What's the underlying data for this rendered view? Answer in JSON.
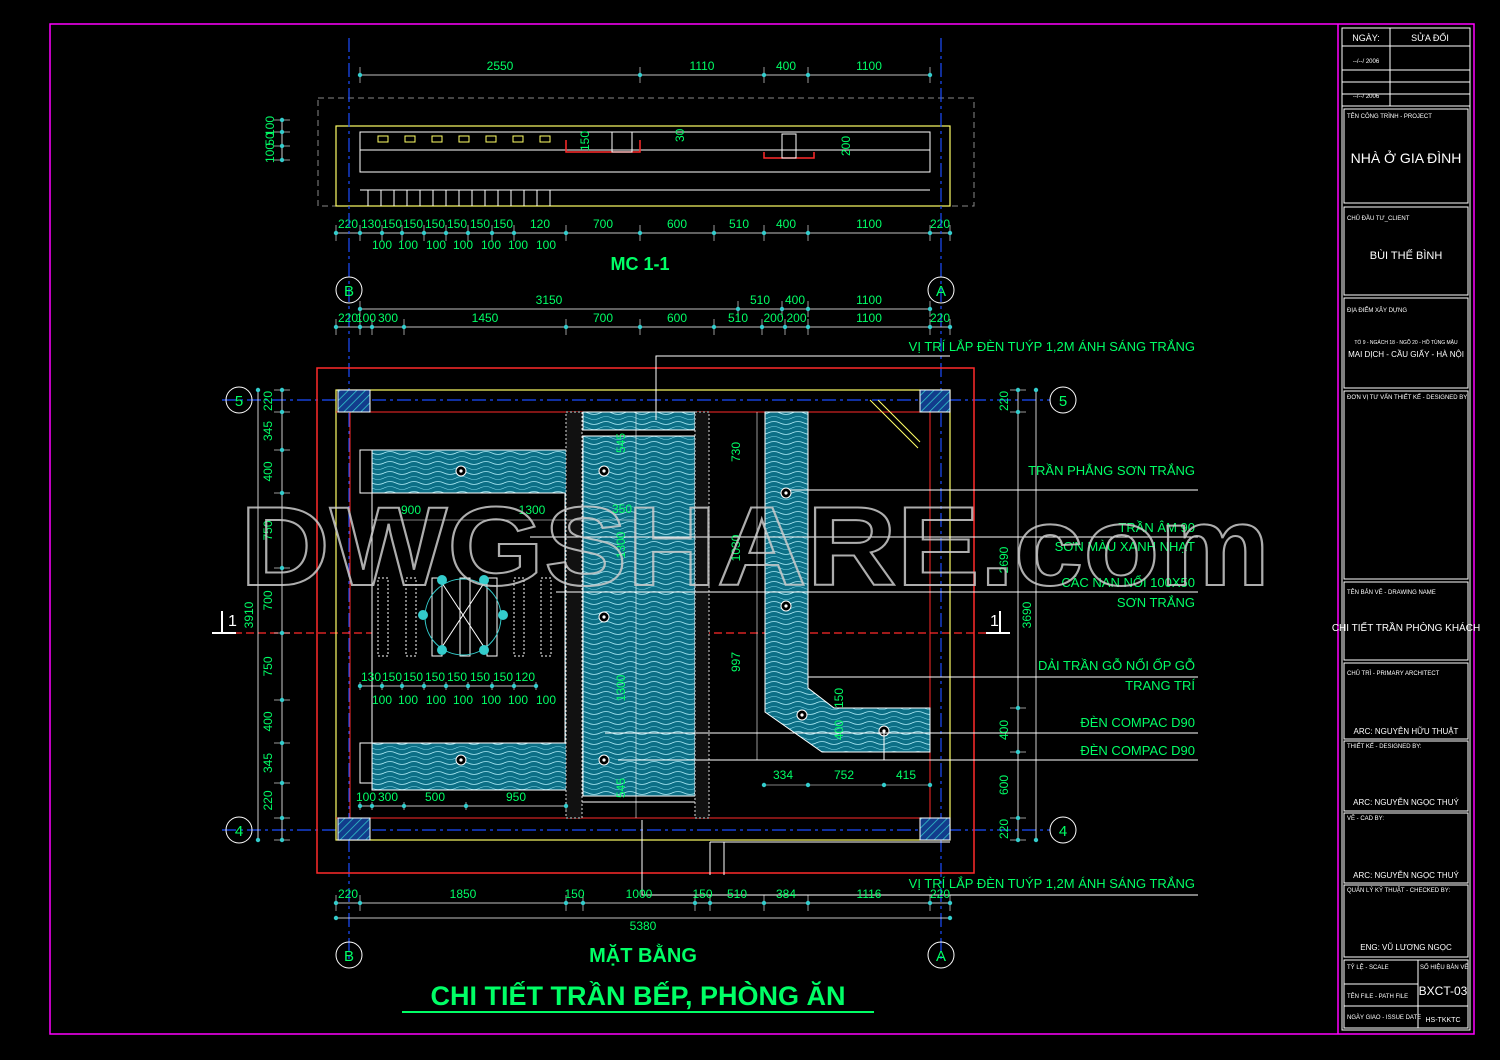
{
  "colors": {
    "background": "#000000",
    "frame": "#ff00ff",
    "dimension": "#00ff66",
    "axis": "#1a4dff",
    "wall": "#ffff66",
    "red": "#ff2a2a",
    "ceiling_fill": "#0c6f86",
    "cyan": "#33cccc",
    "white": "#ffffff"
  },
  "watermark": "DWGSHARE.com",
  "section_title": "MC 1-1",
  "plan_title": "MẶT BẰNG",
  "main_title": "CHI TIẾT TRẦN BẾP, PHÒNG ĂN",
  "section": {
    "top_dims": [
      "2550",
      "1110",
      "400",
      "1100"
    ],
    "bottom_dims_a": [
      "220",
      "130",
      "150",
      "150",
      "150",
      "150",
      "150",
      "150",
      "120",
      "700",
      "600",
      "510",
      "400",
      "1100",
      "220"
    ],
    "bottom_dims_b": [
      "100",
      "100",
      "100",
      "100",
      "100",
      "100",
      "100"
    ],
    "left_dims": [
      "100",
      "50",
      "100"
    ],
    "inner_labels": [
      "150",
      "30",
      "200"
    ]
  },
  "plan": {
    "top_dims_a": [
      "3150",
      "510",
      "400",
      "1100"
    ],
    "top_dims_b": [
      "220",
      "100",
      "300",
      "1450",
      "700",
      "600",
      "510",
      "200",
      "200",
      "1100",
      "220"
    ],
    "bottom_dims_a": [
      "220",
      "1850",
      "150",
      "1000",
      "150",
      "510",
      "384",
      "1116",
      "220"
    ],
    "bottom_total": "5380",
    "left_dims": [
      "220",
      "345",
      "400",
      "750",
      "700",
      "750",
      "400",
      "345",
      "220"
    ],
    "left_total": "3910",
    "right_dims": [
      "220",
      "2690",
      "400",
      "600",
      "220"
    ],
    "right_total": "3690",
    "inner_dims": [
      "900",
      "1300",
      "350",
      "1300",
      "1300",
      "545",
      "545",
      "730",
      "1030",
      "997",
      "150",
      "400",
      "334",
      "752",
      "415"
    ],
    "bar_dims_top": [
      "130",
      "150",
      "150",
      "150",
      "150",
      "150",
      "150",
      "120"
    ],
    "bar_dims_bottom": [
      "100",
      "100",
      "100",
      "100",
      "100",
      "100",
      "100"
    ],
    "bottom_inner_dims": [
      "100",
      "300",
      "500",
      "950"
    ],
    "axis_labels": {
      "B": "B",
      "A": "A",
      "five": "5",
      "four": "4",
      "one": "1"
    }
  },
  "notes": [
    "VỊ TRÍ LẮP ĐÈN TUÝP 1,2M ÁNH SÁNG TRẮNG",
    "TRẦN PHẲNG SƠN TRẮNG",
    "TRẦN ÂM 90",
    "SƠN MÀU XANH NHẠT",
    "CÁC NAN NỔI 100X50",
    "SƠN TRẮNG",
    "DẢI TRẦN GỖ NỔI ỐP GỖ",
    "TRANG TRÍ",
    "ĐÈN COMPAC D90",
    "ĐÈN COMPAC D90",
    "VỊ TRÍ LẮP ĐÈN TUÝP 1,2M ÁNH SÁNG TRẮNG"
  ],
  "title_block": {
    "date_label": "NGÀY:",
    "revision_label": "SỬA ĐỔI",
    "date_row1": "--/--/ 2006",
    "date_row2": "--/--/ 2006",
    "project_label": "TÊN CÔNG TRÌNH - PROJECT",
    "project_name": "NHÀ Ở GIA ĐÌNH",
    "client_label": "CHỦ ĐẦU TƯ_CLIENT",
    "client_name": "BÙI THẾ BÌNH",
    "location_label": "ĐỊA ĐIỂM XÂY DỰNG",
    "location_line1": "TỔ 9 - NGÁCH 18 - NGÕ 20 - HỒ TÙNG MẬU",
    "location_line2": "MAI DỊCH - CẦU GIẤY - HÀ NỘI",
    "designer_org_label": "ĐƠN VỊ TƯ VẤN THIẾT KẾ - DESIGNED BY:",
    "drawing_name_label": "TÊN BẢN VẼ - DRAWING NAME",
    "drawing_name": "CHI TIẾT TRẦN PHÒNG KHÁCH",
    "architect_label": "CHỦ TRÌ - PRIMARY ARCHITECT",
    "architect_name": "ARC: NGUYỄN HỮU THUẬT",
    "designer_label": "THIẾT KẾ - DESIGNED BY:",
    "designer_name": "ARC: NGUYỄN NGỌC THUÝ",
    "cad_label": "VẼ - CAD BY:",
    "cad_name": "ARC: NGUYỄN NGỌC THUÝ",
    "checker_label": "QUẢN LÝ KỸ THUẬT - CHECKED BY:",
    "checker_name": "ENG: VŨ LƯƠNG NGỌC",
    "scale_label": "TỶ LỆ - SCALE",
    "sheet_label": "SỐ HIỆU BẢN VẼ",
    "sheet_no": "BXCT-03",
    "path_label": "TÊN FILE - PATH FILE",
    "issue_label": "NGÀY GIAO - ISSUE DATE",
    "file_code": "HS-TKKTC"
  }
}
